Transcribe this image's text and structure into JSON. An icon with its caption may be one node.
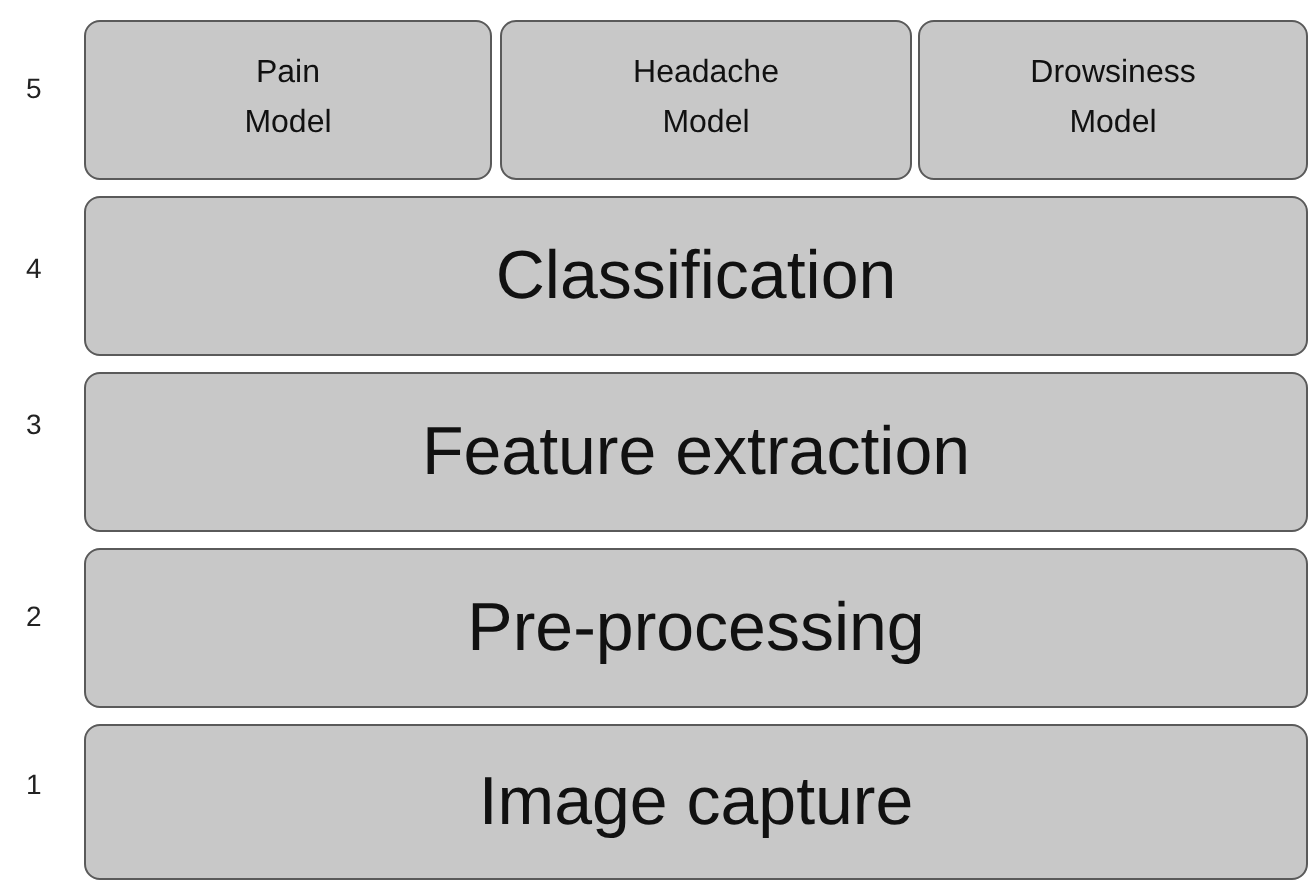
{
  "diagram": {
    "nodes": [
      {
        "text": [
          "Pain Model"
        ]
      },
      {
        "text": [
          "Headache Model"
        ]
      },
      {
        "text": [
          "Drowsiness Model"
        ]
      },
      {
        "text": [
          "Classification"
        ]
      },
      {
        "text": [
          "Feature extraction"
        ]
      },
      {
        "text": [
          "Pre-processing"
        ]
      },
      {
        "text": [
          "Image capture"
        ]
      }
    ],
    "labels": [
      "5",
      "4",
      "3",
      "2",
      "1"
    ]
  }
}
